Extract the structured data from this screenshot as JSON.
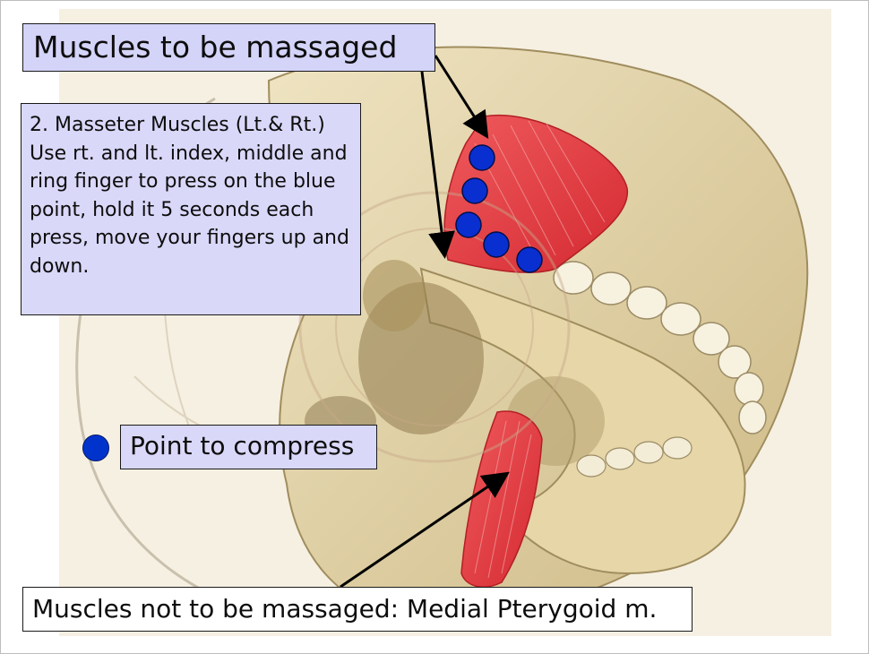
{
  "title": "Muscles to be massaged",
  "instruction": "2. Masseter Muscles (Lt.& Rt.) Use rt. and lt. index, middle and ring finger to press on the blue point, hold it 5 seconds each press, move your fingers up and down.",
  "legend": {
    "label": "Point to compress",
    "marker_color": "#0033cc"
  },
  "footer": "Muscles not to be massaged: Medial Pterygoid m.",
  "colors": {
    "muscle": "#e0323a",
    "bone": "#e3d3a6",
    "teeth": "#f5efdd",
    "label_fill": "#d9d8f9",
    "arrow": "#000000"
  },
  "compress_points_count": 5
}
